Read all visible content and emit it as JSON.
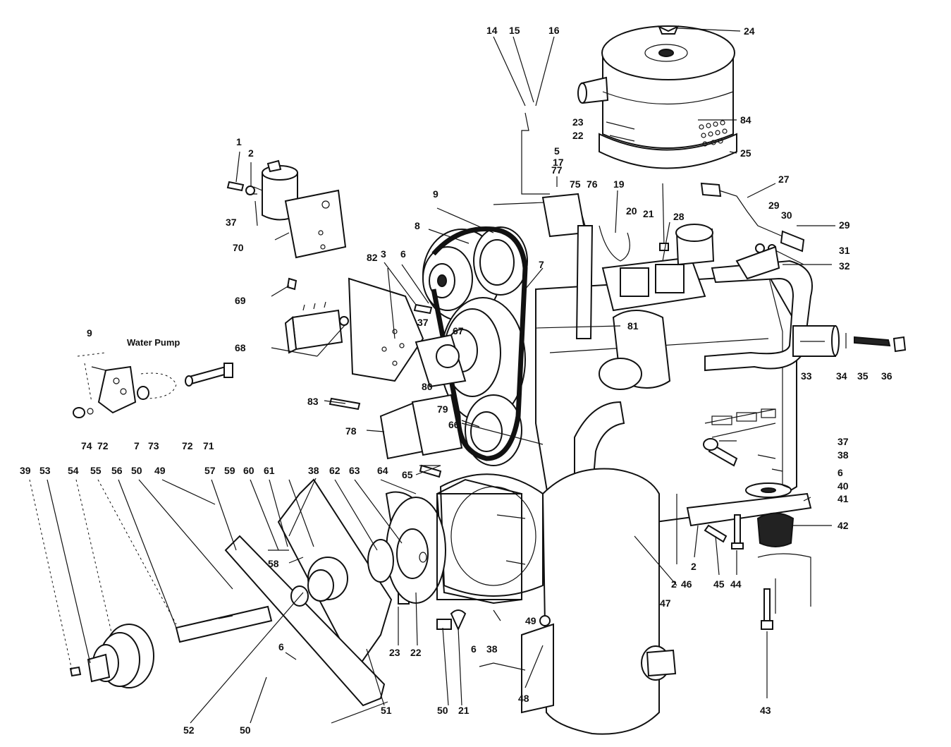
{
  "caption": "Water Pump",
  "labels": [
    {
      "id": "l1",
      "text": "1"
    },
    {
      "id": "l2a",
      "text": "2"
    },
    {
      "id": "l37a",
      "text": "37"
    },
    {
      "id": "l70",
      "text": "70"
    },
    {
      "id": "l69",
      "text": "69"
    },
    {
      "id": "l68",
      "text": "68"
    },
    {
      "id": "l9a",
      "text": "9"
    },
    {
      "id": "l74",
      "text": "74"
    },
    {
      "id": "l72a",
      "text": "72"
    },
    {
      "id": "l7a",
      "text": "7"
    },
    {
      "id": "l73",
      "text": "73"
    },
    {
      "id": "l72b",
      "text": "72"
    },
    {
      "id": "l71",
      "text": "71"
    },
    {
      "id": "l39",
      "text": "39"
    },
    {
      "id": "l53",
      "text": "53"
    },
    {
      "id": "l54",
      "text": "54"
    },
    {
      "id": "l55",
      "text": "55"
    },
    {
      "id": "l56",
      "text": "56"
    },
    {
      "id": "l50a",
      "text": "50"
    },
    {
      "id": "l49a",
      "text": "49"
    },
    {
      "id": "l57",
      "text": "57"
    },
    {
      "id": "l59",
      "text": "59"
    },
    {
      "id": "l60",
      "text": "60"
    },
    {
      "id": "l61",
      "text": "61"
    },
    {
      "id": "l38a",
      "text": "38"
    },
    {
      "id": "l62",
      "text": "62"
    },
    {
      "id": "l63",
      "text": "63"
    },
    {
      "id": "l64",
      "text": "64"
    },
    {
      "id": "l65",
      "text": "65"
    },
    {
      "id": "l58",
      "text": "58"
    },
    {
      "id": "l83",
      "text": "83"
    },
    {
      "id": "l78",
      "text": "78"
    },
    {
      "id": "l79",
      "text": "79"
    },
    {
      "id": "l80",
      "text": "80"
    },
    {
      "id": "l66",
      "text": "66"
    },
    {
      "id": "l3",
      "text": "3"
    },
    {
      "id": "l6a",
      "text": "6"
    },
    {
      "id": "l82",
      "text": "82"
    },
    {
      "id": "l37b",
      "text": "37"
    },
    {
      "id": "l67",
      "text": "67"
    },
    {
      "id": "l8",
      "text": "8"
    },
    {
      "id": "l9b",
      "text": "9"
    },
    {
      "id": "l7b",
      "text": "7"
    },
    {
      "id": "l81",
      "text": "81"
    },
    {
      "id": "l14",
      "text": "14"
    },
    {
      "id": "l15",
      "text": "15"
    },
    {
      "id": "l16",
      "text": "16"
    },
    {
      "id": "l24",
      "text": "24"
    },
    {
      "id": "l23a",
      "text": "23"
    },
    {
      "id": "l22a",
      "text": "22"
    },
    {
      "id": "l84",
      "text": "84"
    },
    {
      "id": "l25",
      "text": "25"
    },
    {
      "id": "l5",
      "text": "5"
    },
    {
      "id": "l17",
      "text": "17"
    },
    {
      "id": "l77",
      "text": "77"
    },
    {
      "id": "l75",
      "text": "75"
    },
    {
      "id": "l76",
      "text": "76"
    },
    {
      "id": "l19",
      "text": "19"
    },
    {
      "id": "l20",
      "text": "20"
    },
    {
      "id": "l21a",
      "text": "21"
    },
    {
      "id": "l28",
      "text": "28"
    },
    {
      "id": "l27",
      "text": "27"
    },
    {
      "id": "l29a",
      "text": "29"
    },
    {
      "id": "l30",
      "text": "30"
    },
    {
      "id": "l29b",
      "text": "29"
    },
    {
      "id": "l31",
      "text": "31"
    },
    {
      "id": "l32",
      "text": "32"
    },
    {
      "id": "l33",
      "text": "33"
    },
    {
      "id": "l34",
      "text": "34"
    },
    {
      "id": "l35",
      "text": "35"
    },
    {
      "id": "l36",
      "text": "36"
    },
    {
      "id": "l37c",
      "text": "37"
    },
    {
      "id": "l38b",
      "text": "38"
    },
    {
      "id": "l6b",
      "text": "6"
    },
    {
      "id": "l40",
      "text": "40"
    },
    {
      "id": "l41",
      "text": "41"
    },
    {
      "id": "l42",
      "text": "42"
    },
    {
      "id": "l2b",
      "text": "2"
    },
    {
      "id": "l45",
      "text": "45"
    },
    {
      "id": "l44",
      "text": "44"
    },
    {
      "id": "l2c",
      "text": "2"
    },
    {
      "id": "l46",
      "text": "46"
    },
    {
      "id": "l47",
      "text": "47"
    },
    {
      "id": "l43",
      "text": "43"
    },
    {
      "id": "l49b",
      "text": "49"
    },
    {
      "id": "l6c",
      "text": "6"
    },
    {
      "id": "l38c",
      "text": "38"
    },
    {
      "id": "l48",
      "text": "48"
    },
    {
      "id": "l50b",
      "text": "50"
    },
    {
      "id": "l21b",
      "text": "21"
    },
    {
      "id": "l23b",
      "text": "23"
    },
    {
      "id": "l22b",
      "text": "22"
    },
    {
      "id": "l51",
      "text": "51"
    },
    {
      "id": "l52",
      "text": "52"
    },
    {
      "id": "l50c",
      "text": "50"
    },
    {
      "id": "l6d",
      "text": "6"
    }
  ]
}
